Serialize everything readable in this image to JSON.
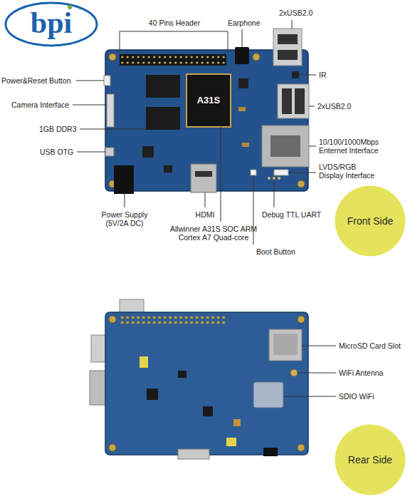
{
  "diagram": {
    "nodes": [
      {
        "text": [
          "Front Side"
        ]
      },
      {
        "text": [
          "Rear Side"
        ]
      }
    ],
    "labels": [
      "bpi",
      "40 Pins Header",
      "Earphone",
      "2xUSB2.0",
      "Power&Reset Button",
      "IR",
      "Camera Interface",
      "2xUSB2.0",
      "1GB DDR3",
      "10/100/1000Mbps Enternet Interface",
      "USB OTG",
      "LVDS/RGB Display Interface",
      "Power Supply (5V/2A DC)",
      "HDMI",
      "Allwinner A31S SOC ARM Cortex A7 Quad-core",
      "Debug TTL UART",
      "Boot Button",
      "A31S",
      "MicroSD Card Slot",
      "WiFi Antenna",
      "SDIO WiFi"
    ]
  }
}
